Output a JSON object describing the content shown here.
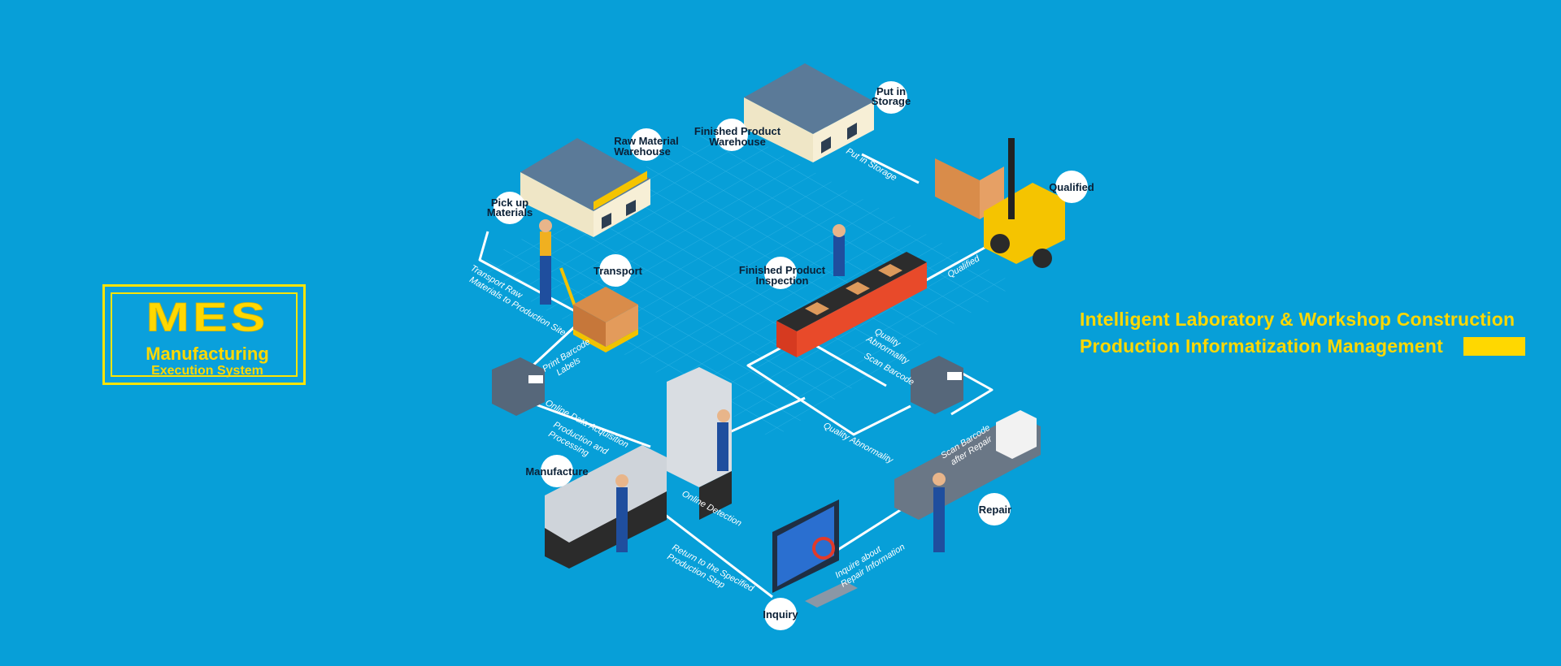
{
  "logo": {
    "main": "MES",
    "line1": "Manufacturing",
    "line2": "Execution System"
  },
  "tagline": {
    "line1": "Intelligent Laboratory & Workshop Construction",
    "line2": "Production Informatization Management"
  },
  "nodes": {
    "raw_warehouse": [
      "Raw Material",
      "Warehouse"
    ],
    "pick_up": [
      "Pick up",
      "Materials"
    ],
    "transport": [
      "Transport"
    ],
    "finished_warehouse": [
      "Finished Product",
      "Warehouse"
    ],
    "put_in_storage": [
      "Put in",
      "Storage"
    ],
    "qualified": [
      "Qualified"
    ],
    "finished_inspection": [
      "Finished Product",
      "Inspection"
    ],
    "manufacture": [
      "Manufacture"
    ],
    "repair": [
      "Repair"
    ],
    "inquiry": [
      "Inquiry"
    ]
  },
  "paths": {
    "transport_raw": [
      "Transport Raw",
      "Materials to Production Site"
    ],
    "print_barcode": [
      "Print Barcode",
      "Labels"
    ],
    "online_data": [
      "Online Data Acquisition"
    ],
    "production_processing": [
      "Production and",
      "Processing"
    ],
    "online_detection": [
      "Online Detection"
    ],
    "return_step": [
      "Return to the Specified",
      "Production Step"
    ],
    "inquire_repair": [
      "Inquire about",
      "Repair Information"
    ],
    "quality_abnormality_low": [
      "Quality Abnormality"
    ],
    "scan_barcode_repair": [
      "Scan Barcode",
      "after Repair"
    ],
    "scan_barcode": [
      "Scan Barcode"
    ],
    "quality_abnormality_high": [
      "Quality",
      "Abnormality"
    ],
    "qualified_path": [
      "Qualified"
    ],
    "put_in_storage_path": [
      "Put in Storage"
    ]
  },
  "colors": {
    "background": "#079fd8",
    "accent_yellow": "#ffd800",
    "path_white": "#ffffff",
    "label_bubble": "#ffffff",
    "label_text": "#0b2036"
  }
}
